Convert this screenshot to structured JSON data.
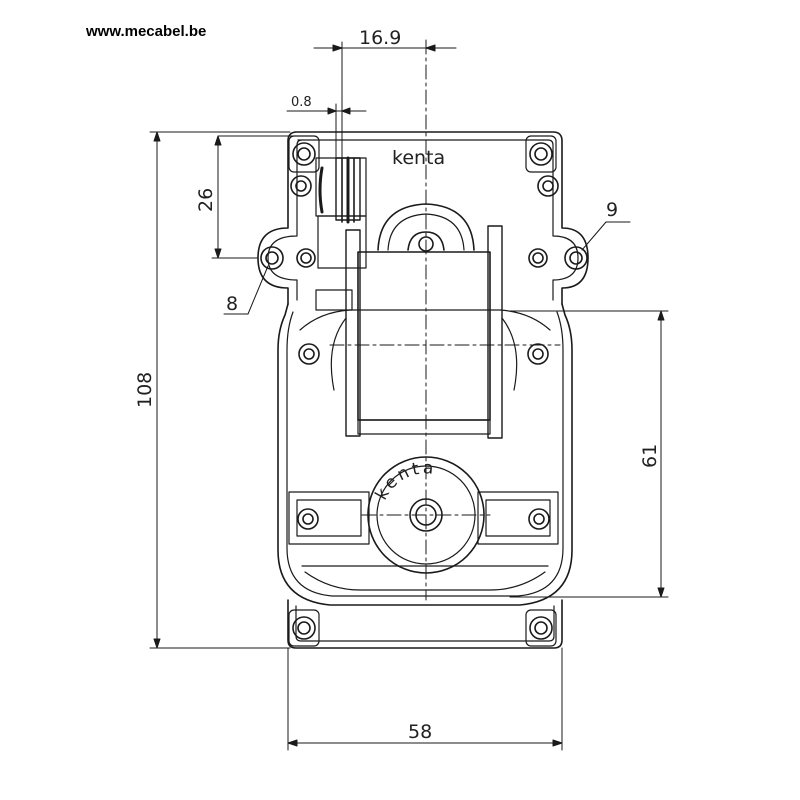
{
  "header": {
    "website": "www.mecabel.be"
  },
  "brand": {
    "top_label": "kenta",
    "gear_label": "kenta"
  },
  "dimensions": {
    "shaft_offset": "16.9",
    "pin_thickness": "0.8",
    "shaft_height": "26",
    "total_height": "108",
    "gear_height": "61",
    "total_width": "58",
    "hole_left": "8",
    "hole_right": "9"
  }
}
